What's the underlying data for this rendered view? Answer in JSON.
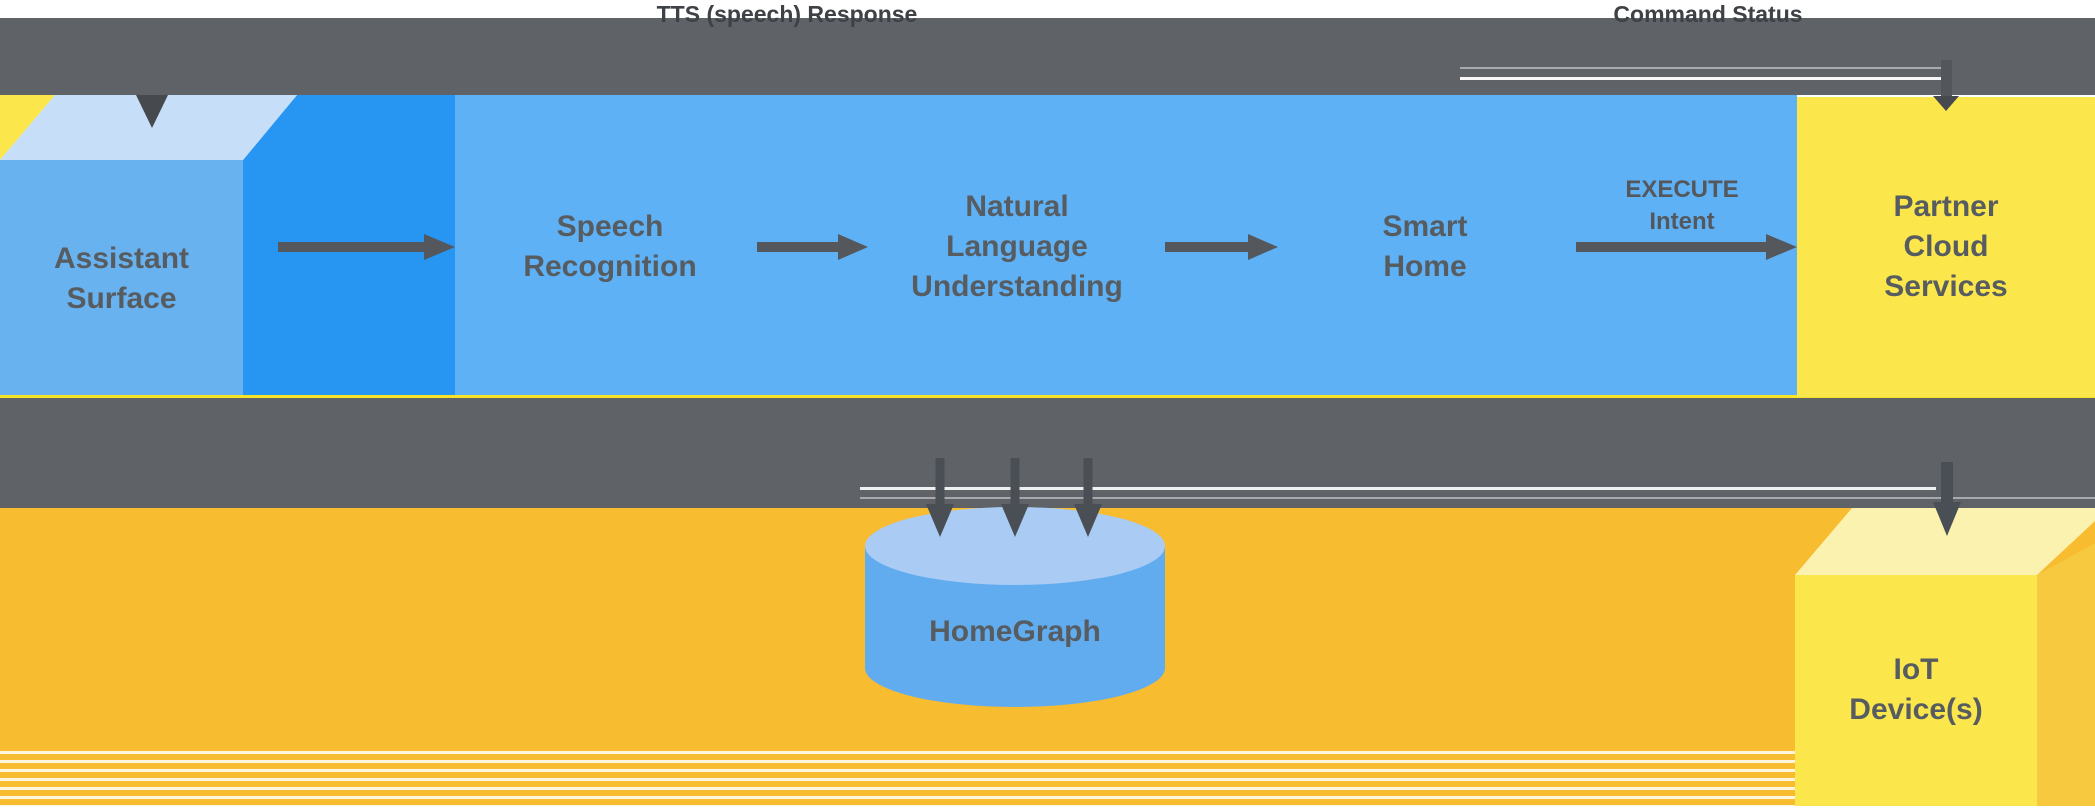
{
  "diagram": {
    "title_hint": "Smart home intent fulfillment flow",
    "top_labels": {
      "tts_response": "TTS (speech) Response",
      "command_status": "Command Status"
    },
    "nodes": {
      "assistant_surface": "Assistant\nSurface",
      "speech_recognition": "Speech\nRecognition",
      "natural_language_understanding": "Natural\nLanguage\nUnderstanding",
      "smart_home": "Smart\nHome",
      "partner_cloud_services": "Partner\nCloud\nServices",
      "homegraph": "HomeGraph",
      "iot_devices": "IoT\nDevice(s)"
    },
    "edge_labels": {
      "execute_intent": "EXECUTE\nIntent"
    },
    "colors": {
      "band_gray": "#5F6368",
      "big_box_blue": "#5FB1F5",
      "cube_front_blue": "#69B2F0",
      "cube_top_blue": "#C6DEF7",
      "cube_side_blue": "#2795F2",
      "partner_yellow": "#FBE74B",
      "iot_top_pale_yellow": "#FBF2AF",
      "iot_side_yellow": "#F6C93F",
      "orange_background": "#F8BC31",
      "yellow_divider_line": "#F8E427",
      "homegraph_body_blue": "#61ACEF",
      "homegraph_top_blue": "#A9CBF4",
      "arrow_gray": "#54585C",
      "label_text_gray": "#575C61"
    }
  }
}
